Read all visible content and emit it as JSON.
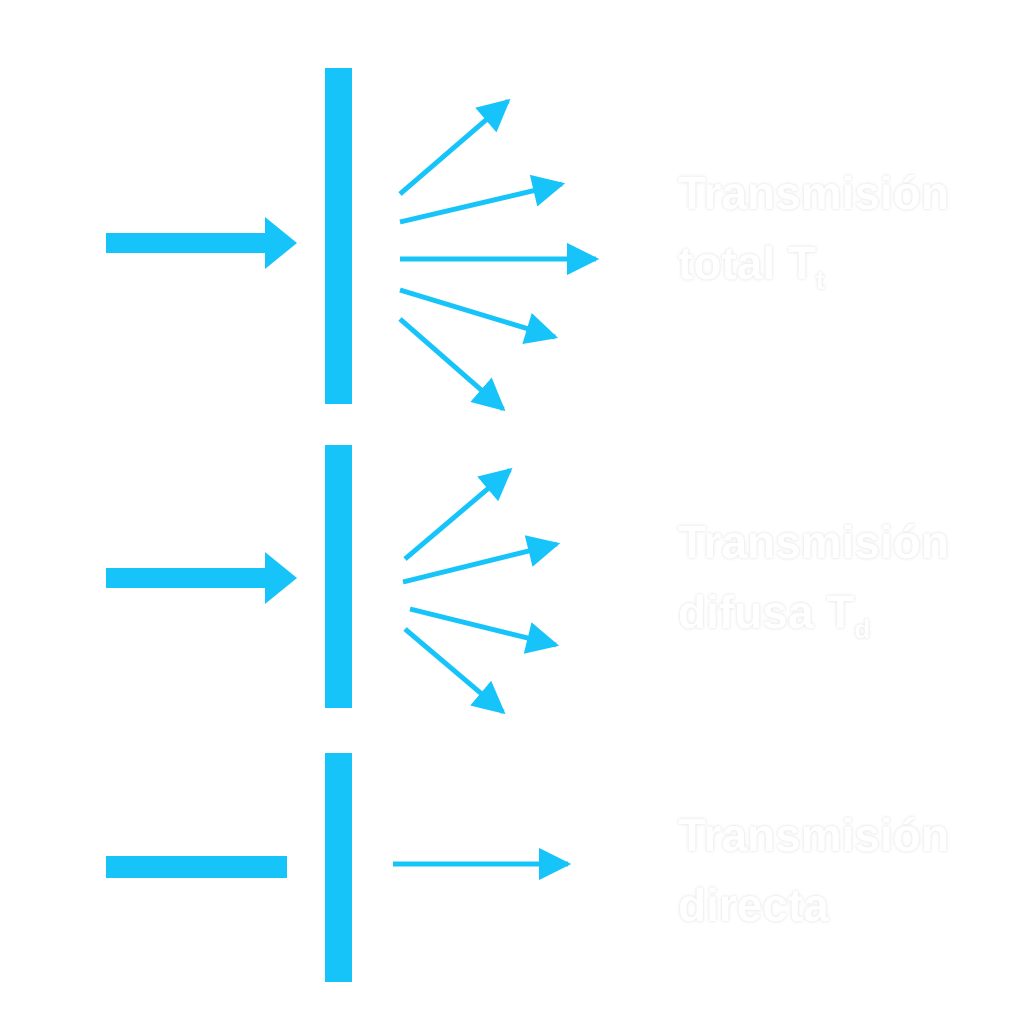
{
  "colors": {
    "accent": "#16C4FA",
    "background": "#FFFFFF",
    "label": "#FFFFFF"
  },
  "sections": [
    {
      "id": "total",
      "line1": "Transmisión",
      "line2": "total T",
      "subscript": "t",
      "incident": "arrow",
      "output": "5 scattered arrows"
    },
    {
      "id": "diffuse",
      "line1": "Transmisión",
      "line2": "difusa T",
      "subscript": "d",
      "incident": "arrow",
      "output": "4 scattered arrows"
    },
    {
      "id": "direct",
      "line1": "Transmisión",
      "line2": "directa",
      "subscript": "",
      "incident": "bar",
      "output": "1 straight arrow"
    }
  ]
}
